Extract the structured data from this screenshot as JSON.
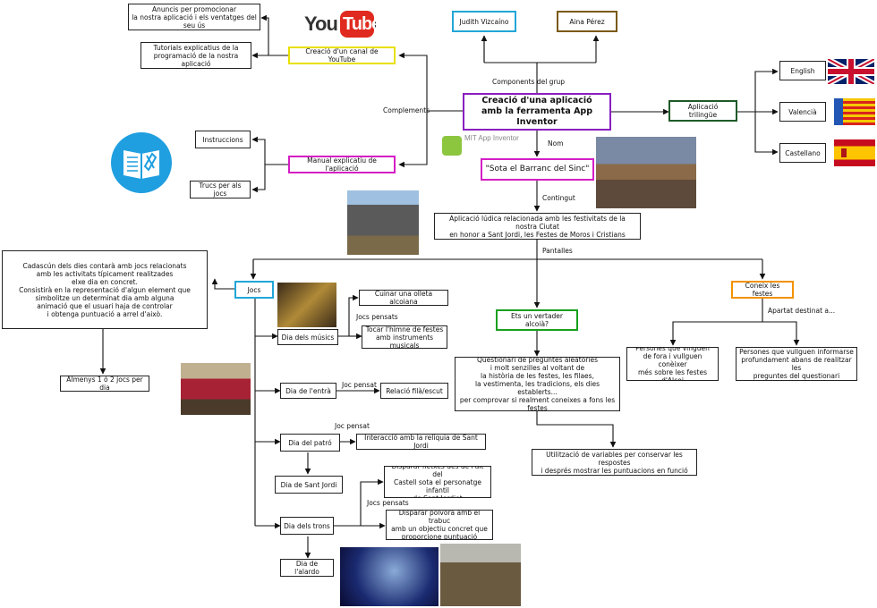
{
  "colors": {
    "purple": "#8a1fc0",
    "magenta": "#d41ec4",
    "yellow": "#e8e000",
    "cyan": "#22a6d8",
    "brown": "#7a5a10",
    "green": "#19a01e",
    "darkgreen": "#1e5a28",
    "orange": "#f39200",
    "youtube_red": "#e02a1f",
    "manual_blue": "#1f9fe0"
  },
  "title": "Creació d'una aplicació\namb la ferramenta App Inventor",
  "logos": {
    "youtube": "You Tube",
    "mit_app_inventor": "MIT App Inventor"
  },
  "components_label": "Components del grup",
  "members": [
    "Judith Vizcaíno",
    "Aina Pérez"
  ],
  "complements_label": "Complements",
  "youtube_channel": "Creació d'un canal de YouTube",
  "youtube_items": [
    "Anuncis per promocionar\nla nostra aplicació i els ventatges del seu ús",
    "Tutorials explicatius de la\nprogramació de la nostra aplicació"
  ],
  "manual": "Manual explicatiu de l'aplicació",
  "manual_items": [
    "Instruccions",
    "Trucs per als jocs"
  ],
  "multilingual": "Aplicació trilingüe",
  "languages": [
    "English",
    "Valencià",
    "Castellano"
  ],
  "name_label": "Nom",
  "app_name": "\"Sota el Barranc del Sinc\"",
  "content_label": "Contingut",
  "content": "Aplicació lúdica relacionada amb les festivitats de la nostra Ciutat\nen honor a Sant Jordi, les Festes de Moros i Cristians",
  "screens_label": "Pantalles",
  "jocs": "Jocs",
  "jocs_note": "Cadascún dels dies contarà amb jocs relacionats\namb les activitats típicament realitzades\nelxe dia en concret.\nConsistirà en la representació d'algun element que\nsimbolitze un determinat dia amb alguna\nanimació que el usuari haja de controlar\ni obtenga puntuació a arrel d'això.",
  "min_games": "Almenys 1 ó 2 jocs per dia",
  "days": {
    "musics": "Dia dels músics",
    "entra": "Dia de l'entrà",
    "patro": "Dia del patró",
    "santjordi": "Dia de Sant Jordi",
    "trons": "Dia dels trons",
    "alardo": "Dia de l'alardo"
  },
  "games_label": "Jocs pensats",
  "game_label": "Joc pensat",
  "games": {
    "musics_1": "Cuinar una olleta alcoiana",
    "musics_2": "Tocar l'himne de festes\namb instruments musicals",
    "entra": "Relació filà/escut",
    "patro": "Interacció amb la relíquia de Sant Jordi",
    "trons_1": "Disparar fletxes des de l'alt del\nCastell sota el personatge infantil\nde Sant Jordiet",
    "trons_2": "Disparar pólvora amb el trabuc\namb un objectiu concret que\nproporcione puntuació"
  },
  "quiz": "Ets un vertader alcoià?",
  "quiz_desc": "Questionari de preguntes aleatories\ni molt senzilles al voltant de\nla història de les festes, les filaes,\nla vestimenta, les tradicions, els dies establerts...\nper comprovar si realment coneixes a fons les festes",
  "quiz_vars": "Utilització de variables per conservar les respostes\ni després mostrar les puntuacions en funció",
  "know": "Coneix les festes",
  "know_label": "Apartat destinat a...",
  "know_items": [
    "Persones que vinguen\nde fora i vullguen conèixer\nmés sobre les festes d'Alcoi",
    "Persones que vullguen informarse\nprofundament abans de realitzar les\npreguntes del questionari"
  ]
}
